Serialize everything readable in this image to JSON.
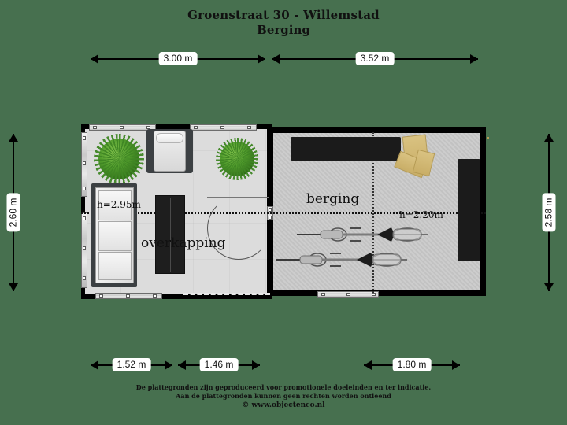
{
  "page": {
    "background_color": "#47704f",
    "title": "Groenstraat 30 - Willemstad",
    "subtitle": "Berging"
  },
  "dimensions": {
    "top": [
      {
        "label": "3.00 m"
      },
      {
        "label": "3.52 m"
      }
    ],
    "bottom": [
      {
        "label": "1.52 m"
      },
      {
        "label": "1.46 m"
      },
      {
        "label": "1.80 m"
      }
    ],
    "left": {
      "label": "2.60 m"
    },
    "right": {
      "label": "2.58 m"
    }
  },
  "rooms": [
    {
      "name": "overkapping",
      "label": "overkapping",
      "height_label": "h=2.95m",
      "floor_color": "#dcdcdc"
    },
    {
      "name": "berging",
      "label": "berging",
      "height_label": "h=2.20m",
      "floor_color": "#c2c2c2"
    }
  ],
  "footer": {
    "line1": "De plattegronden zijn geproduceerd voor promotionele doeleinden en ter indicatie.",
    "line2": "Aan de plattegronden kunnen geen rechten worden ontleend",
    "line3": "© www.objectenco.nl"
  }
}
